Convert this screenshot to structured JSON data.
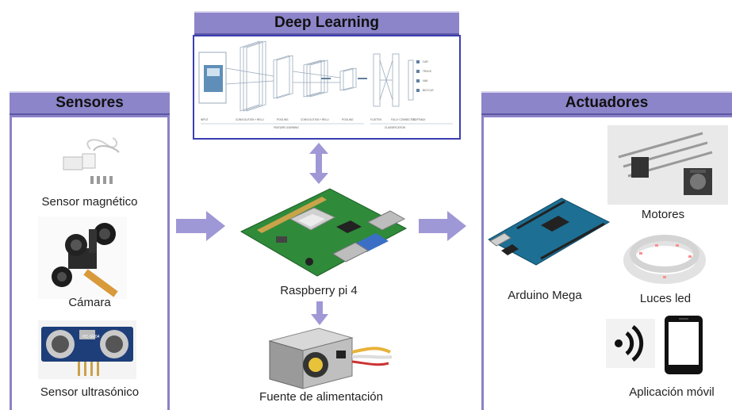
{
  "deep_learning": {
    "title": "Deep Learning",
    "stage_labels": [
      "INPUT",
      "CONVOLUTION + RELU",
      "POOLING",
      "CONVOLUTION + RELU",
      "POOLING",
      "FLATTEN",
      "FULLY CONNECTED",
      "SOFTMAX"
    ],
    "group_labels": [
      "FEATURE LEARNING",
      "CLASSIFICATION"
    ],
    "output_labels": [
      "CAR",
      "TRUCK",
      "VAN",
      "BICYCLE"
    ]
  },
  "sensors": {
    "title": "Sensores",
    "items": [
      {
        "label": "Sensor magnético",
        "icon": "magnetic-sensor-image"
      },
      {
        "label": "Cámara",
        "icon": "camera-module-image"
      },
      {
        "label": "Sensor ultrasónico",
        "icon": "ultrasonic-sensor-image"
      }
    ],
    "ultrasonic_module_text": "HC-SR04"
  },
  "center": {
    "board_label": "Raspberry pi 4",
    "power_label": "Fuente de alimentación"
  },
  "actuators": {
    "title": "Actuadores",
    "arduino_label": "Arduino Mega",
    "motors_label": "Motores",
    "leds_label": "Luces led",
    "app_label": "Aplicación móvil"
  },
  "colors": {
    "header": "#8c85c9",
    "border": "#8a82c6",
    "arrow": "#9f98d6",
    "dl_border": "#3a3fb0"
  }
}
